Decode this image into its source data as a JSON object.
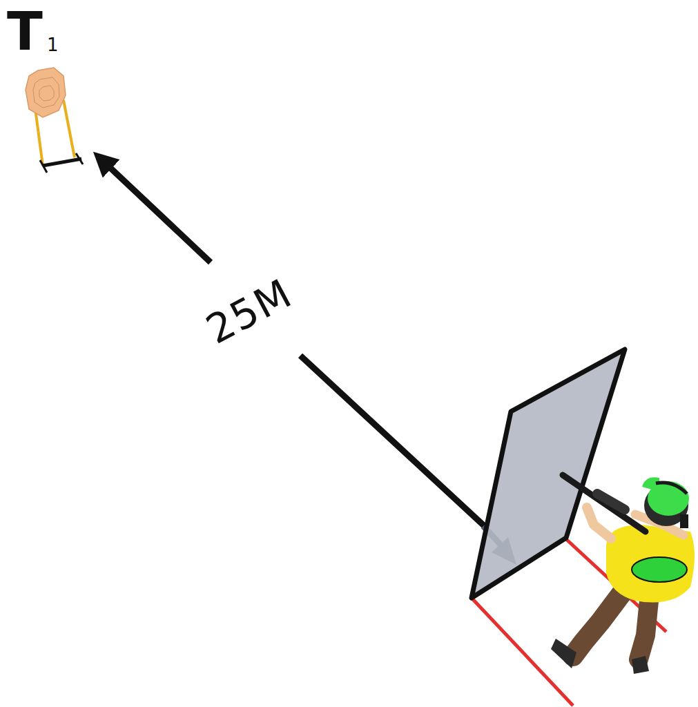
{
  "diagram": {
    "labels": [
      "T",
      "1",
      "25M"
    ]
  }
}
